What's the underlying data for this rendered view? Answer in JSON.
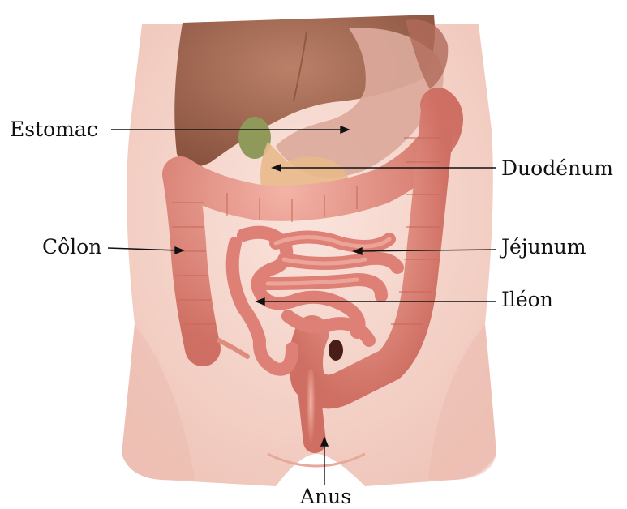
{
  "labels": {
    "estomac": "Estomac",
    "duodenum": "Duodénum",
    "colon": "Côlon",
    "jejunum": "Jéjunum",
    "ileon": "Iléon",
    "anus": "Anus"
  },
  "colors": {
    "skin": "#f6d6cd",
    "liver": "#a46a52",
    "stomach": "#d9a99a",
    "gallbladder": "#8f9a5a",
    "colon": "#e48f82",
    "small_intestine": "#de7f74",
    "line": "#111111"
  }
}
